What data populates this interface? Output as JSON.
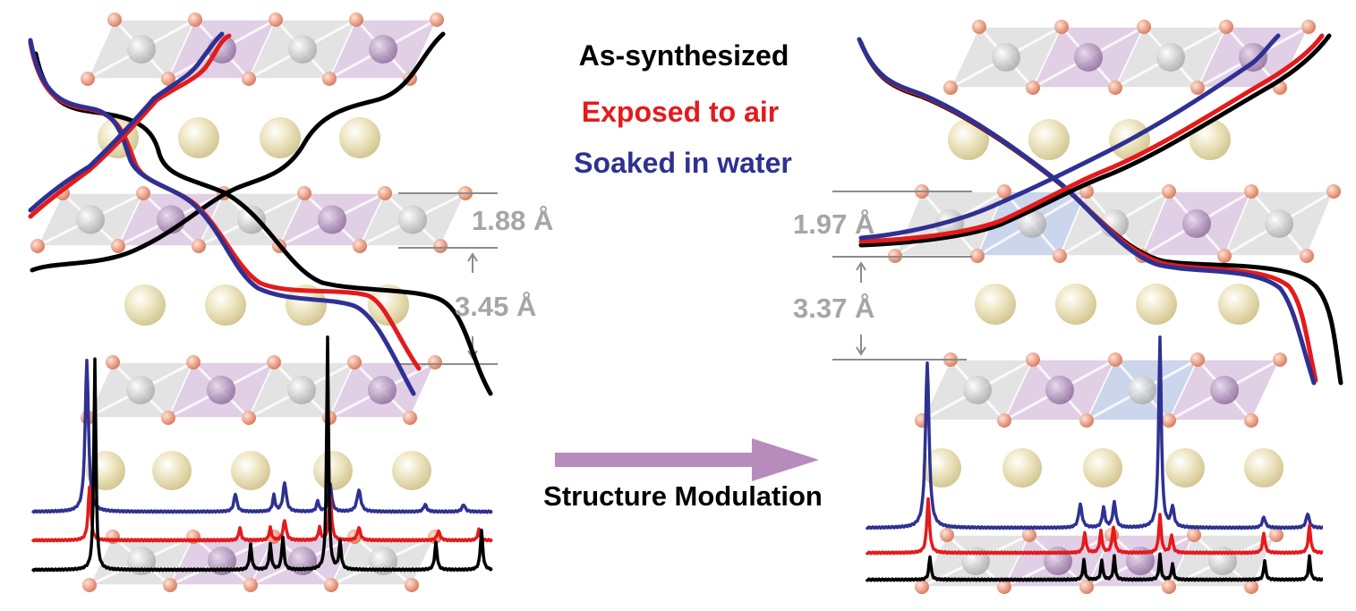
{
  "legend": {
    "as_synthesized": "As-synthesized",
    "exposed_to_air": "Exposed to air",
    "soaked_in_water": "Soaked in water"
  },
  "left_panel": {
    "layer_thickness": "1.88 Å",
    "interlayer_spacing": "3.45 Å"
  },
  "right_panel": {
    "layer_thickness": "1.97 Å",
    "interlayer_spacing": "3.37 Å"
  },
  "transition_label": "Structure Modulation",
  "colors": {
    "as_synthesized": "#000000",
    "exposed_to_air": "#e41a1c",
    "soaked_in_water": "#2e3192",
    "arrow": "#b88bbd",
    "dimension": "#a6a6a6",
    "octahedron_gray": "#d9d9d9",
    "octahedron_purple": "#d6bfdc",
    "octahedron_blue": "#b9c7e6",
    "oxygen": "#e8987c",
    "metal_gray": "#c8c8c8",
    "metal_purple": "#a98bb4",
    "cation": "#e6dcaa"
  }
}
